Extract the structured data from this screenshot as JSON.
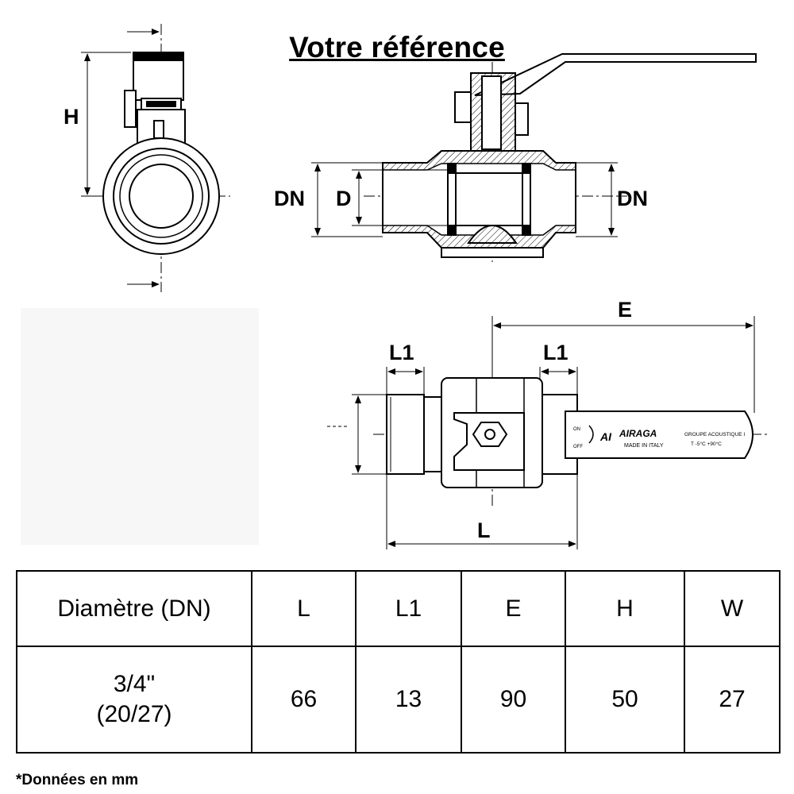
{
  "title": "Votre référence",
  "labels": {
    "h": "H",
    "dn_left": "DN",
    "d": "D",
    "dn_right": "DN",
    "e": "E",
    "l1_left": "L1",
    "l1_right": "L1",
    "l": "L",
    "handle_brand": "AIRAGA",
    "handle_made": "MADE IN ITALY",
    "handle_group": "GROUPE ACOUSTIQUE I",
    "handle_temp": "T -5°C +90°C",
    "handle_on": "ON",
    "handle_off": "OFF"
  },
  "table": {
    "headers": [
      "Diamètre (DN)",
      "L",
      "L1",
      "E",
      "H",
      "W"
    ],
    "row": {
      "dn_line1": "3/4\"",
      "dn_line2": "(20/27)",
      "l": "66",
      "l1": "13",
      "e": "90",
      "h": "50",
      "w": "27"
    }
  },
  "footnote": "*Données en mm"
}
